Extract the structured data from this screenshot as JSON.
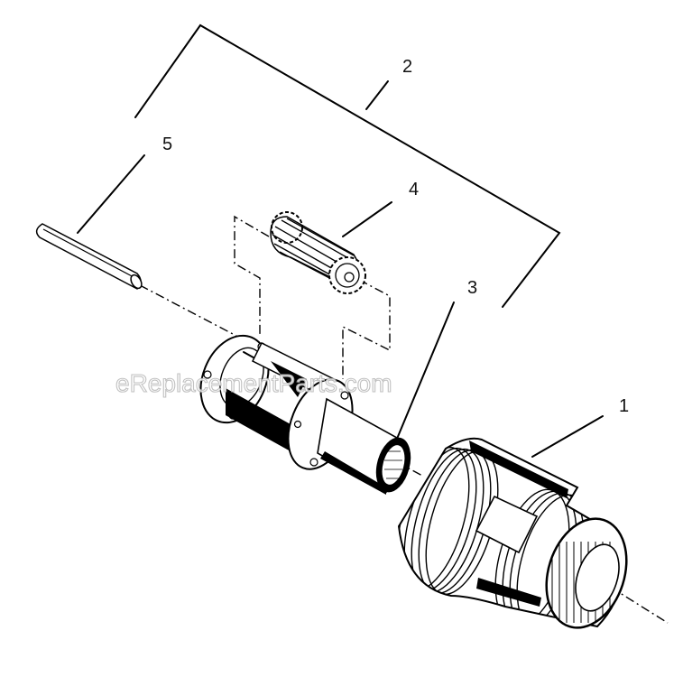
{
  "callouts": {
    "part_1": "1",
    "part_2": "2",
    "part_3": "3",
    "part_4": "4",
    "part_5": "5"
  },
  "watermark": "eReplacementParts.com"
}
